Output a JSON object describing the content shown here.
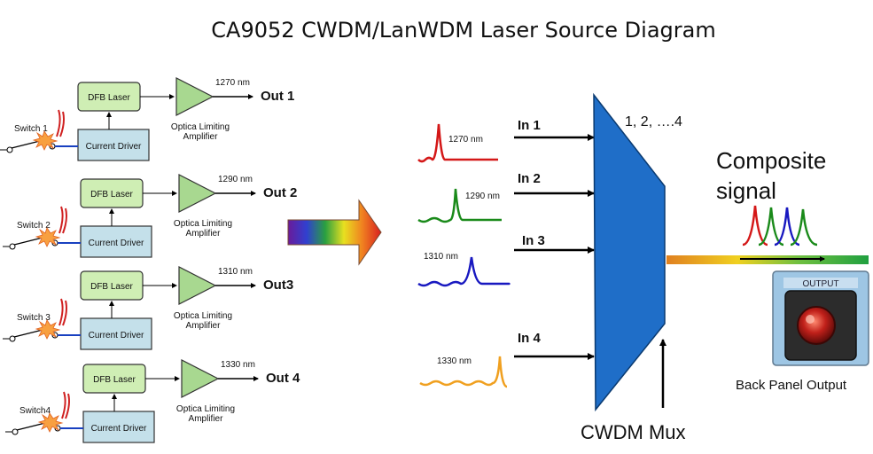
{
  "title": "CA9052 CWDM/LanWDM Laser Source Diagram",
  "channels": [
    {
      "switch": "Switch 1",
      "laser": "DFB Laser",
      "driver": "Current Driver",
      "amp_line1": "Optica Limiting",
      "amp_line2": "Amplifier",
      "wavelength": "1270 nm",
      "out": "Out 1"
    },
    {
      "switch": "Switch 2",
      "laser": "DFB Laser",
      "driver": "Current Driver",
      "amp_line1": "Optica Limiting",
      "amp_line2": "Amplifier",
      "wavelength": "1290 nm",
      "out": "Out 2"
    },
    {
      "switch": "Switch 3",
      "laser": "DFB Laser",
      "driver": "Current Driver",
      "amp_line1": "Optica Limiting",
      "amp_line2": "Amplifier",
      "wavelength": "1310 nm",
      "out": "Out3"
    },
    {
      "switch": "Switch4",
      "laser": "DFB Laser",
      "driver": "Current Driver",
      "amp_line1": "Optica Limiting",
      "amp_line2": "Amplifier",
      "wavelength": "1330 nm",
      "out": "Out 4"
    }
  ],
  "inputs": [
    {
      "label": "In 1",
      "wavelength": "1270 nm",
      "color": "#d41818"
    },
    {
      "label": "In 2",
      "wavelength": "1290 nm",
      "color": "#1a8a1a"
    },
    {
      "label": "In 3",
      "wavelength": "1310 nm",
      "color": "#1818c0"
    },
    {
      "label": "In 4",
      "wavelength": "1330 nm",
      "color": "#f0a020"
    }
  ],
  "mux": {
    "ports": "1, 2, ….4",
    "label": "CWDM Mux",
    "color": "#1f6ec8"
  },
  "composite": {
    "line1": "Composite",
    "line2": "signal"
  },
  "output_panel": {
    "header": "OUTPUT",
    "caption": "Back Panel Output"
  }
}
